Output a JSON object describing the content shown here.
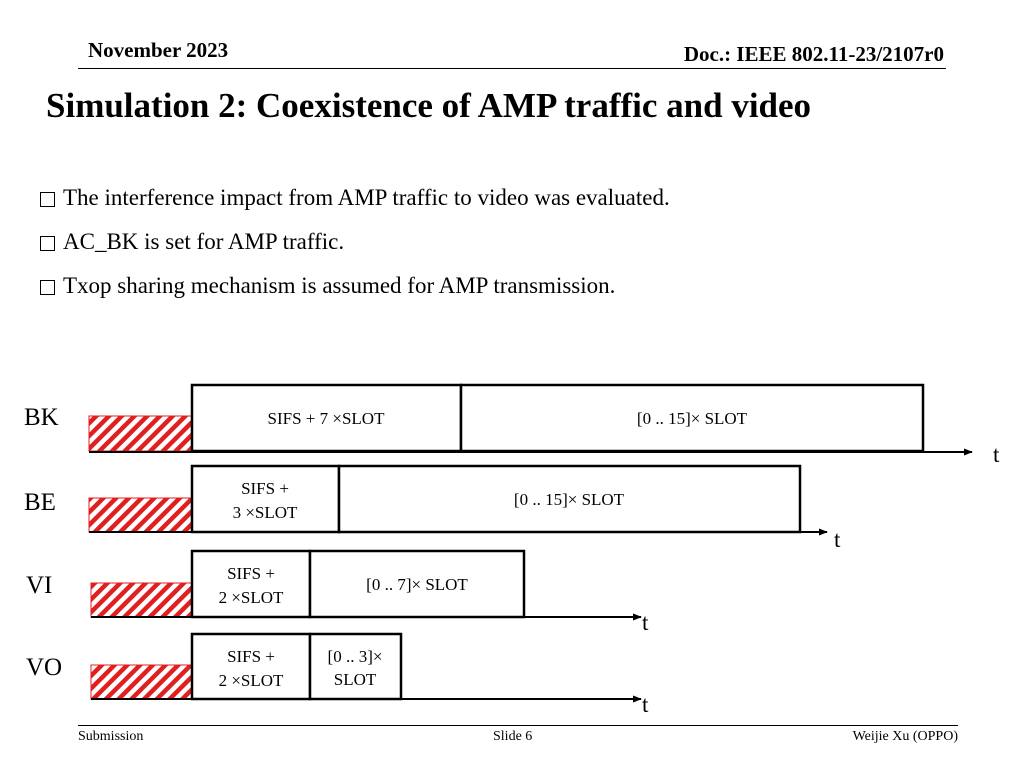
{
  "header": {
    "date": "November 2023",
    "doc_id": "Doc.: IEEE 802.11-23/2107r0"
  },
  "title": "Simulation 2: Coexistence of  AMP traffic and video",
  "bullets": [
    "The interference impact from AMP traffic to video was evaluated.",
    "AC_BK is set for AMP traffic.",
    "Txop sharing mechanism is assumed for AMP transmission."
  ],
  "diagram": {
    "rows": [
      {
        "label": "BK",
        "aifs": [
          "SIFS + 7 ×SLOT"
        ],
        "backoff": [
          "[0 .. 15]× SLOT"
        ],
        "axis_label": "t"
      },
      {
        "label": "BE",
        "aifs": [
          "SIFS +",
          "3 ×SLOT"
        ],
        "backoff": [
          "[0 .. 15]× SLOT"
        ],
        "axis_label": "t"
      },
      {
        "label": "VI",
        "aifs": [
          "SIFS +",
          "2 ×SLOT"
        ],
        "backoff": [
          "[0 .. 7]× SLOT"
        ],
        "axis_label": "t"
      },
      {
        "label": "VO",
        "aifs": [
          "SIFS +",
          "2 ×SLOT"
        ],
        "backoff": [
          "[0 .. 3]×",
          "SLOT"
        ],
        "axis_label": "t"
      }
    ],
    "hatch_color": "#e02020"
  },
  "footer": {
    "left": "Submission",
    "center": "Slide 6",
    "right": "Weijie Xu (OPPO)"
  }
}
